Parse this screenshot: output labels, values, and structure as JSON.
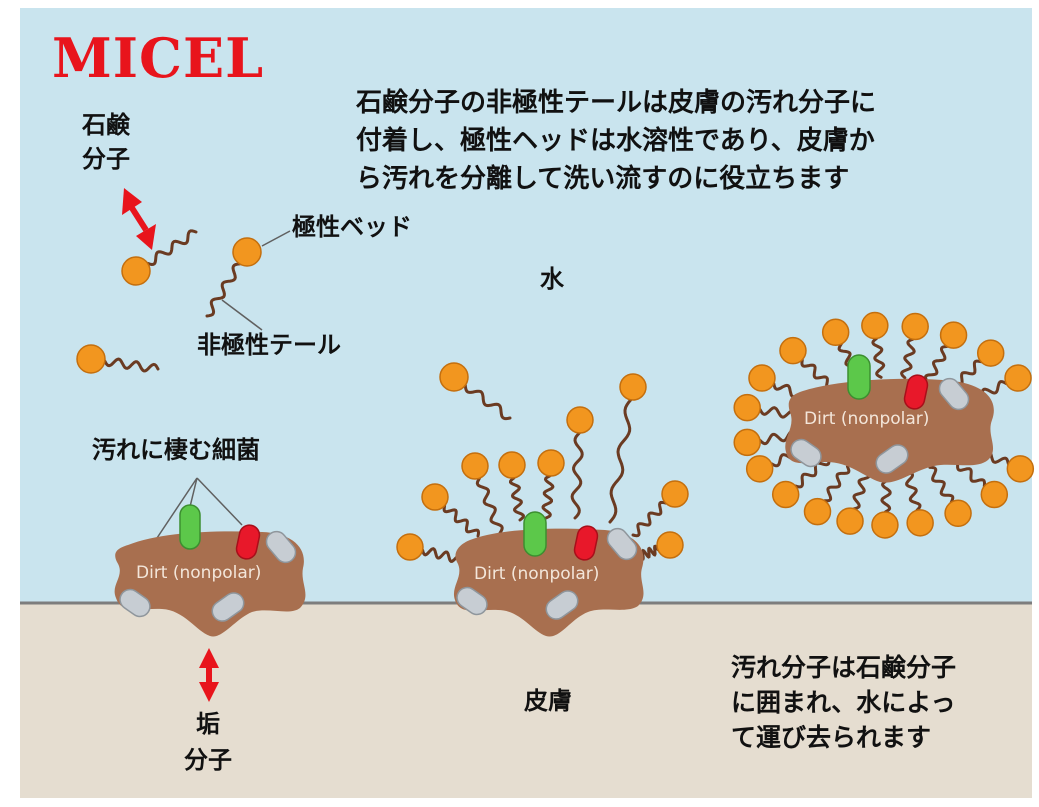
{
  "title": "MICEL",
  "description_lines": [
    "石鹸分子の非極性テールは皮膚の汚れ分子に",
    "付着し、極性ヘッドは水溶性であり、皮膚か",
    "ら汚れを分離して洗い流すのに役立ちます"
  ],
  "labels": {
    "soap_molecule": [
      "石鹸",
      "分子"
    ],
    "polar_head": "極性ベッド",
    "nonpolar_tail": "非極性テール",
    "water": "水",
    "bacteria": "汚れに棲む細菌",
    "dirt_molecule": [
      "垢",
      "分子"
    ],
    "skin": "皮膚",
    "result_lines": [
      "汚れ分子は石鹸分子",
      "に囲まれ、水によっ",
      "て運び去られます"
    ]
  },
  "dirt_label": "Dirt (nonpolar)",
  "colors": {
    "water": "#c9e4ee",
    "skin": "#e5ddd0",
    "dirt": "#a86f4f",
    "head": "#f2961f",
    "tail": "#6b3b22",
    "bacteria_green": "#5cc84a",
    "bacteria_red": "#e8182a",
    "bacteria_grey": "#c7cdd3",
    "title": "#e8141c",
    "arrow": "#e8141c"
  }
}
